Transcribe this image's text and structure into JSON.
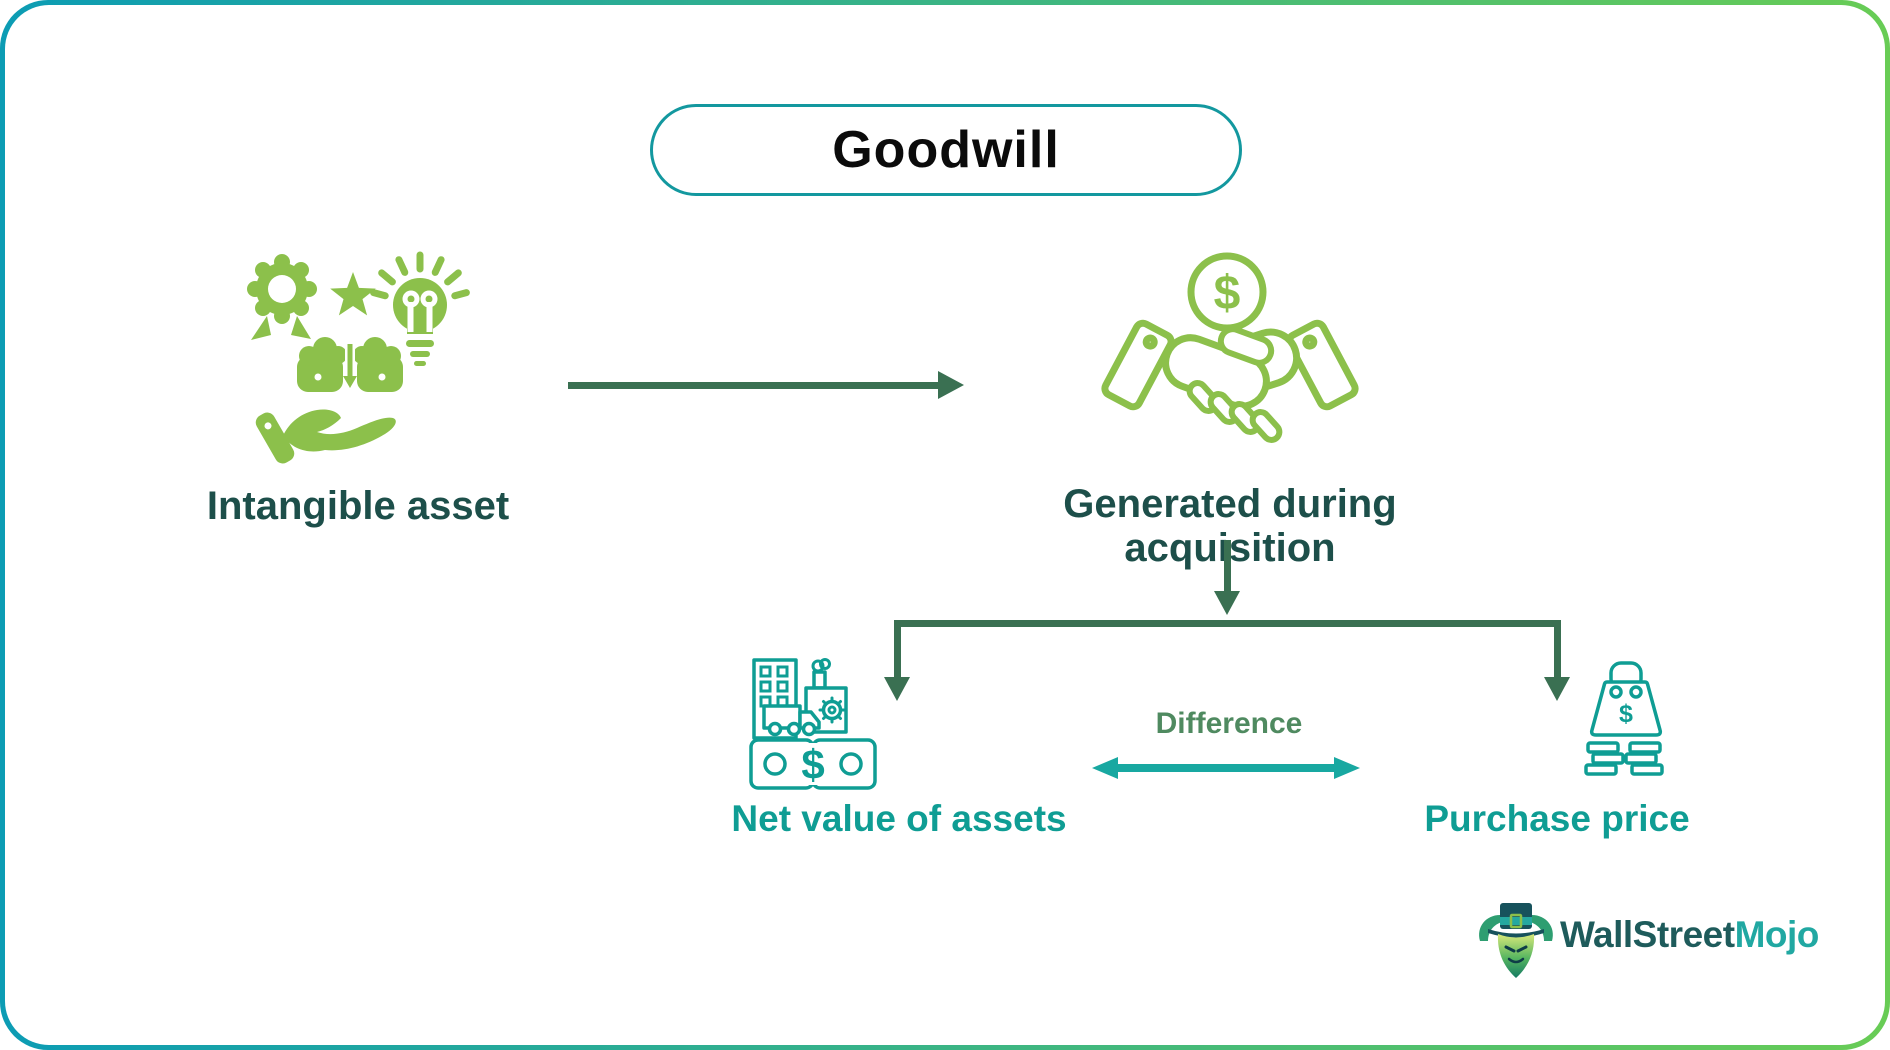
{
  "title": {
    "label": "Goodwill"
  },
  "flow": {
    "intangible": {
      "label": "Intangible asset"
    },
    "acquisition": {
      "label": "Generated during acquisition",
      "currency_symbol": "$"
    },
    "net_value": {
      "label": "Net value of assets",
      "currency_symbol": "$"
    },
    "difference": {
      "label": "Difference"
    },
    "purchase_price": {
      "label": "Purchase price",
      "currency_symbol": "$"
    }
  },
  "logo": {
    "brand_primary": "WallStreet",
    "brand_accent": "Mojo"
  },
  "colors": {
    "lime_green": "#8CC04B",
    "dark_teal_text": "#1D4F4A",
    "teal": "#0F9D94",
    "teal_arrow": "#18A8A1",
    "forest_arrow": "#3A7052",
    "difference_green": "#4F8A60",
    "pill_border": "#13989F",
    "border_gradient_left": "#0C9CB4",
    "border_gradient_right": "#68CC55",
    "title_text": "#0B0B0B",
    "logo_dark": "#1E5B5B",
    "logo_teal": "#21A8A2"
  }
}
